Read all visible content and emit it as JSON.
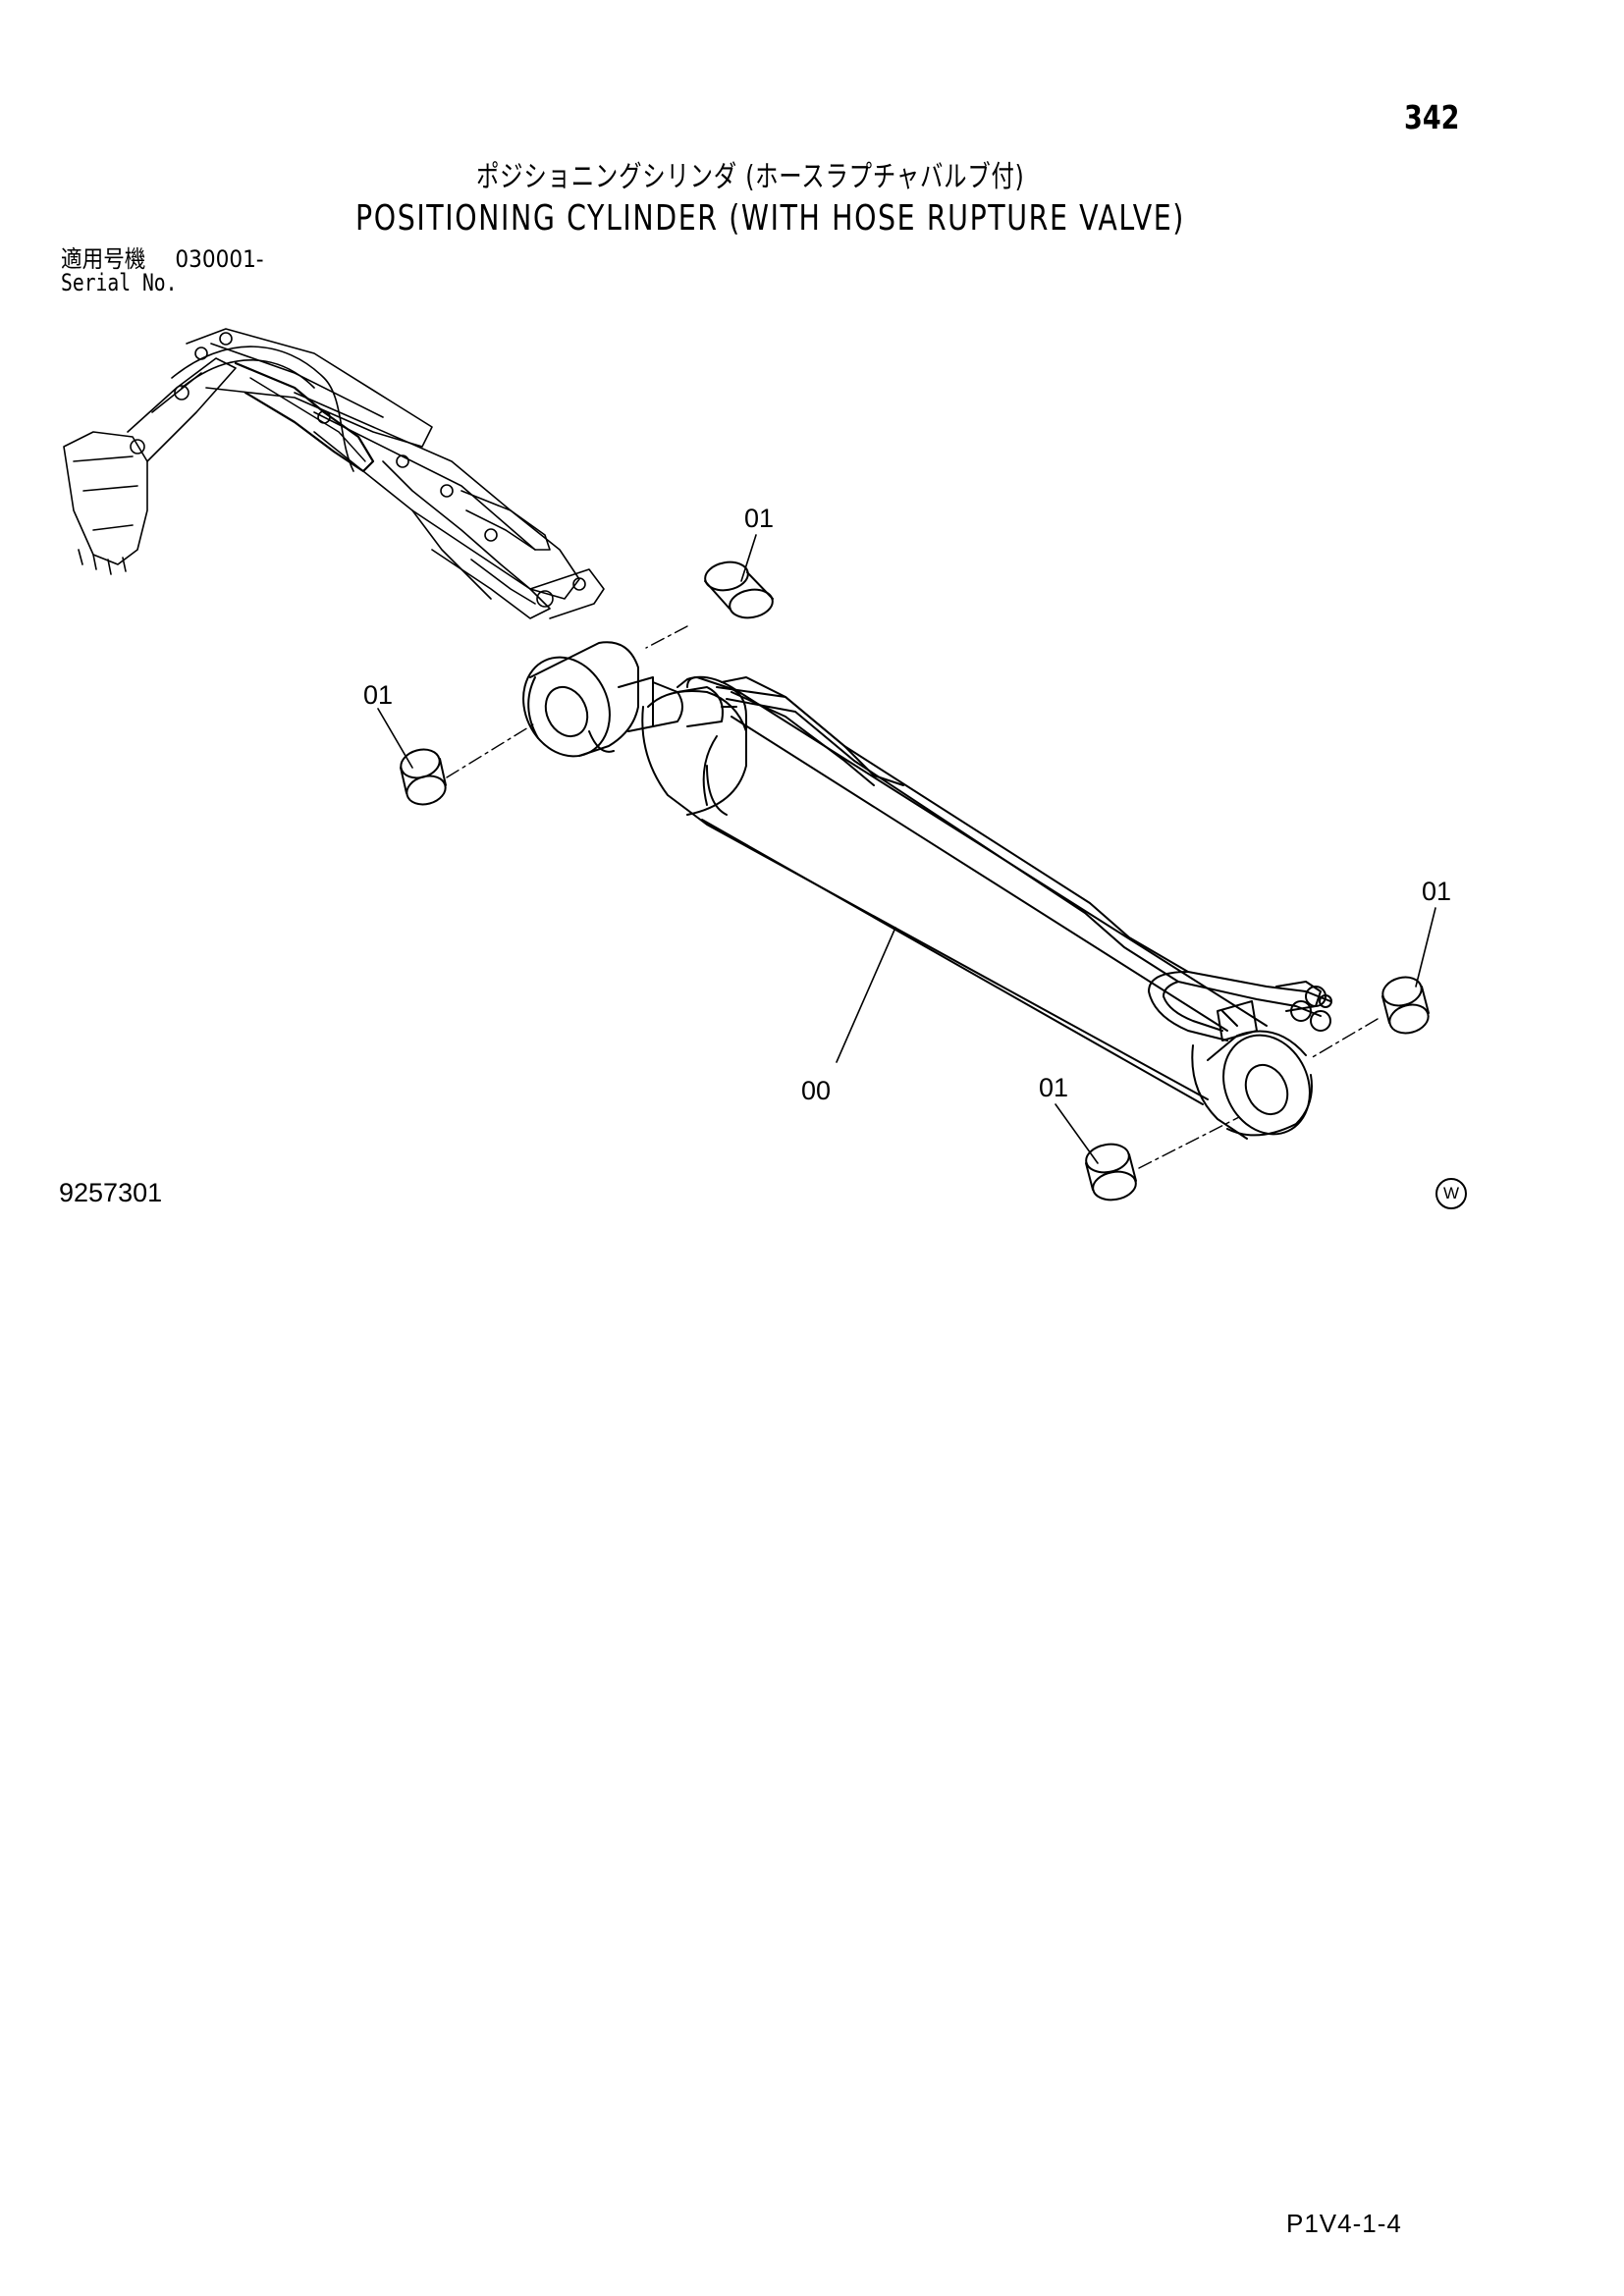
{
  "page": {
    "number": "342",
    "title_jp": "ポジショニングシリンダ (ホースラプチャバルブ付)",
    "title_en": "POSITIONING CYLINDER (WITH HOSE RUPTURE VALVE)",
    "serial_label_jp": "適用号機",
    "serial_value": "030001-",
    "serial_label_en": "Serial No.",
    "illustration_number": "9257301",
    "page_code": "P1V4-1-4",
    "w_mark": "W"
  },
  "callouts": {
    "c1": "01",
    "c2": "01",
    "c3": "01",
    "c4": "01",
    "c5": "00"
  },
  "parts": [
    {
      "ref": "00",
      "name": "cylinder-assembly"
    },
    {
      "ref": "01",
      "name": "bushing"
    }
  ]
}
